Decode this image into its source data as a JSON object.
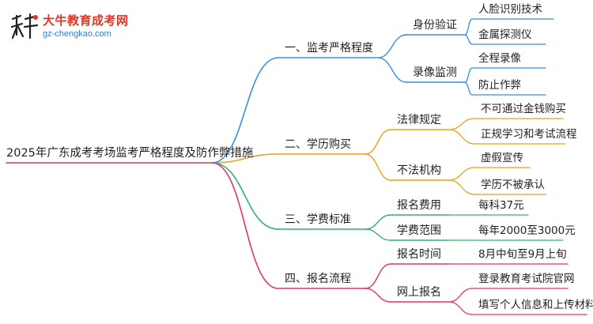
{
  "logo": {
    "title": "大牛教育成考网",
    "url": "gz-chengkao.com",
    "mark_text": "大牛"
  },
  "root": "2025年广东成考考场监考严格程度及防作弊措施",
  "branches": [
    {
      "label": "一、监考严格程度",
      "color": "#3a8ee6",
      "subs": [
        {
          "label": "身份验证",
          "leaves": [
            "人脸识别技术",
            "金属探测仪"
          ]
        },
        {
          "label": "录像监测",
          "leaves": [
            "全程录像",
            "防止作弊"
          ]
        }
      ]
    },
    {
      "label": "二、学历购买",
      "color": "#e6a21a",
      "subs": [
        {
          "label": "法律规定",
          "leaves": [
            "不可通过金钱购买",
            "正规学习和考试流程"
          ]
        },
        {
          "label": "不法机构",
          "leaves": [
            "虚假宣传",
            "学历不被承认"
          ]
        }
      ]
    },
    {
      "label": "三、学费标准",
      "color": "#2fb36b",
      "subs": [
        {
          "label": "报名费用",
          "leaves": [
            "每科37元"
          ]
        },
        {
          "label": "学费范围",
          "leaves": [
            "每年2000至3000元"
          ]
        }
      ]
    },
    {
      "label": "四、报名流程",
      "color": "#e0336e",
      "subs": [
        {
          "label": "报名时间",
          "leaves": [
            "8月中旬至9月上旬"
          ]
        },
        {
          "label": "网上报名",
          "leaves": [
            "登录教育考试院官网",
            "填写个人信息和上传材料"
          ]
        }
      ]
    }
  ]
}
